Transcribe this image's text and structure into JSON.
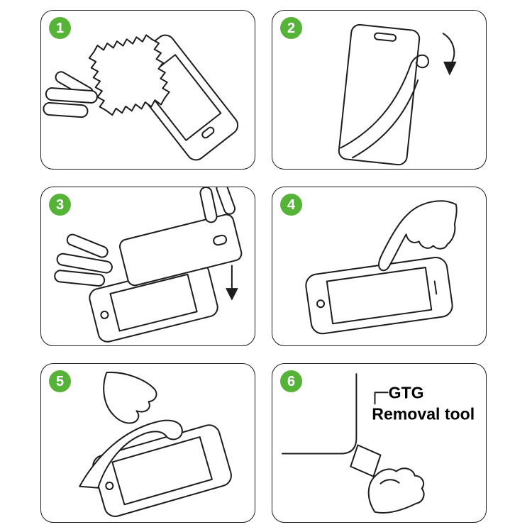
{
  "colors": {
    "accent": "#55b337",
    "ink": "#1d1d1d",
    "background": "#ffffff",
    "badge_text": "#ffffff"
  },
  "steps": [
    {
      "number": "1",
      "illustration": "wipe-screen-with-cloth"
    },
    {
      "number": "2",
      "illustration": "peel-protective-film"
    },
    {
      "number": "3",
      "illustration": "align-and-lower-glass"
    },
    {
      "number": "4",
      "illustration": "press-screen-center"
    },
    {
      "number": "5",
      "illustration": "smooth-and-remove-layer"
    },
    {
      "number": "6",
      "illustration": "use-removal-tool-on-corner"
    }
  ],
  "annotations": {
    "removal_tool_line1": "GTG",
    "removal_tool_line2": "Removal tool"
  }
}
